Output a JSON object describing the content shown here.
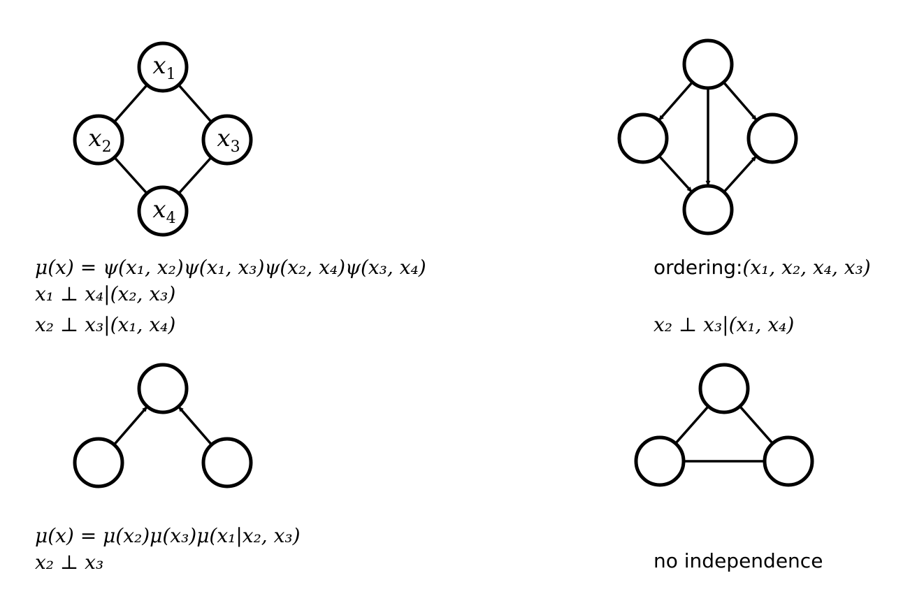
{
  "colors": {
    "stroke": "#000000",
    "node_fill": "#ffffff",
    "background": "#ffffff"
  },
  "graph_top_left": {
    "kind": "undirected",
    "nodes": [
      {
        "id": "n1",
        "label_base": "x",
        "label_sub": "1"
      },
      {
        "id": "n2",
        "label_base": "x",
        "label_sub": "2"
      },
      {
        "id": "n3",
        "label_base": "x",
        "label_sub": "3"
      },
      {
        "id": "n4",
        "label_base": "x",
        "label_sub": "4"
      }
    ],
    "edges": [
      [
        "n1",
        "n2"
      ],
      [
        "n1",
        "n3"
      ],
      [
        "n2",
        "n4"
      ],
      [
        "n3",
        "n4"
      ]
    ],
    "lines": [
      "μ(x) = ψ(x₁, x₂)ψ(x₁, x₃)ψ(x₂, x₄)ψ(x₃, x₄)",
      "x₁ ⊥ x₄|(x₂, x₃)",
      "x₂ ⊥ x₃|(x₁, x₄)"
    ]
  },
  "graph_top_right": {
    "kind": "directed",
    "nodes": [
      {
        "id": "a"
      },
      {
        "id": "b"
      },
      {
        "id": "c"
      },
      {
        "id": "d"
      }
    ],
    "edges": [
      [
        "a",
        "b"
      ],
      [
        "a",
        "c"
      ],
      [
        "a",
        "d"
      ],
      [
        "b",
        "d"
      ],
      [
        "d",
        "c"
      ]
    ],
    "ordering_word": "ordering:",
    "ordering_value": "(x₁, x₂, x₄, x₃)",
    "independence": "x₂ ⊥ x₃|(x₁, x₄)"
  },
  "graph_bottom_left": {
    "kind": "directed",
    "nodes": [
      {
        "id": "t"
      },
      {
        "id": "l"
      },
      {
        "id": "r"
      }
    ],
    "edges": [
      [
        "l",
        "t"
      ],
      [
        "r",
        "t"
      ]
    ],
    "lines": [
      "μ(x) = μ(x₂)μ(x₃)μ(x₁|x₂, x₃)",
      "x₂ ⊥ x₃"
    ]
  },
  "graph_bottom_right": {
    "kind": "undirected",
    "nodes": [
      {
        "id": "t"
      },
      {
        "id": "l"
      },
      {
        "id": "r"
      }
    ],
    "edges": [
      [
        "t",
        "l"
      ],
      [
        "t",
        "r"
      ],
      [
        "l",
        "r"
      ]
    ],
    "caption": "no independence"
  }
}
